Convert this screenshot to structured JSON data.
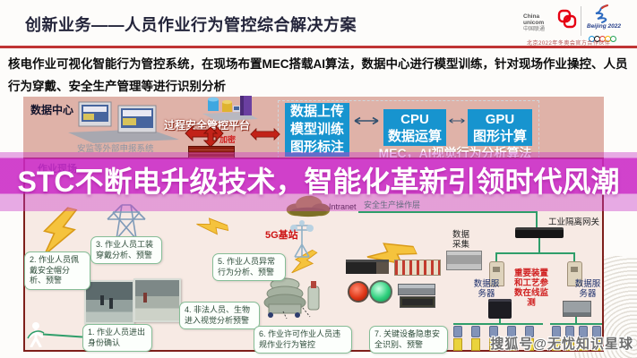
{
  "header": {
    "title": "创新业务——人员作业行为管控综合解决方案",
    "logos": {
      "unicom_en": "China unicom",
      "unicom_cn": "中国联通",
      "beijing": "Beijing 2022",
      "partner_note": "北京2022年冬奥会官方合作伙伴"
    }
  },
  "intro": {
    "text": "核电作业可视化智能行为管控系统，在现场布置MEC搭载AI算法，数据中心进行模型训练，针对现场作业操控、人员行为穿戴、安全生产管理等进行识别分析"
  },
  "banner": {
    "text": "STC不断电升级技术，智能化革新引领时代风潮",
    "color": "#cb29c6"
  },
  "datacenter": {
    "title": "数据中心",
    "external_system": "安监等外部申报系统",
    "platform": "过程安全管控平台",
    "encrypt": "加密",
    "upload_lines": [
      "数据上传",
      "模型训练",
      "图形标注"
    ],
    "cpu_lines": [
      "CPU",
      "数据运算"
    ],
    "gpu_lines": [
      "GPU",
      "图形计算"
    ],
    "mec": "MEC，AI视觉行为分析算法",
    "box_color": "#1794cf",
    "background_color": "#dfb2a8"
  },
  "worksite": {
    "title": "作业现场",
    "g5": "5G基站",
    "intranet": "Intranet",
    "op_layer": "安全生产操作层",
    "gateway": "工业隔离网关",
    "collect": "数据采集",
    "server_label": "数据服务器",
    "monitor_note": "重要装置和工艺参数在线监测",
    "border_color": "#7e1f1a",
    "bubbles": [
      {
        "label": "1. 作业人员进出身份确认"
      },
      {
        "label": "2. 作业人员佩戴安全帽分析、预警"
      },
      {
        "label": "3. 作业人员工装穿戴分析、预警"
      },
      {
        "label": "4. 非法人员、生物进入视觉分析预警"
      },
      {
        "label": "5. 作业人员异常行为分析、预警"
      },
      {
        "label": "6. 作业许可作业人员违规作业行为管控"
      },
      {
        "label": "7. 关键设备隐患安全识别、预警"
      }
    ]
  },
  "watermark": "搜狐号@无忧知识星球"
}
